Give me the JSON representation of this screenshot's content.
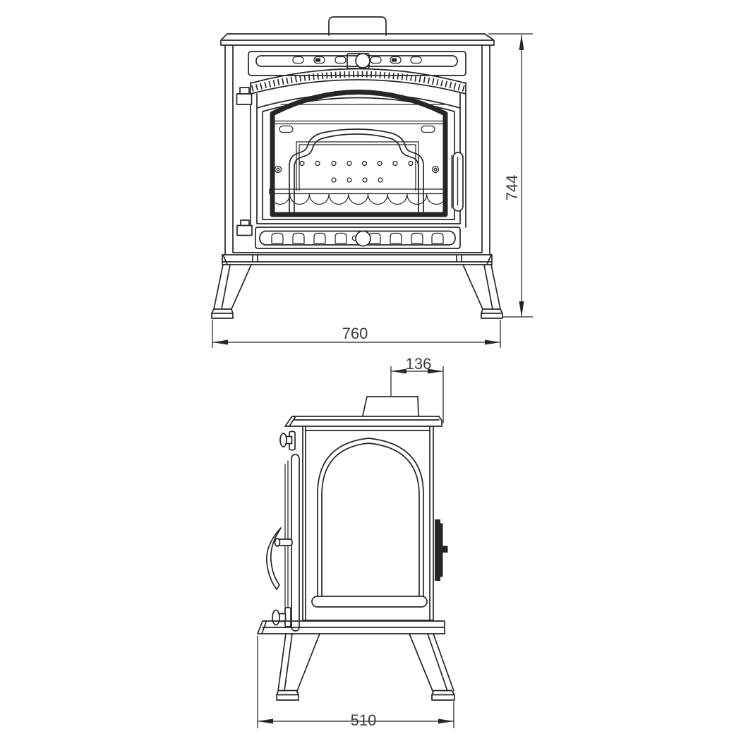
{
  "dimensions": {
    "front_width_mm": "760",
    "front_height_mm": "744",
    "flue_center_to_back_mm": "136",
    "depth_mm": "510"
  },
  "colors": {
    "line": "#262626",
    "background": "#ffffff",
    "dim_text": "#3d3d3d"
  }
}
